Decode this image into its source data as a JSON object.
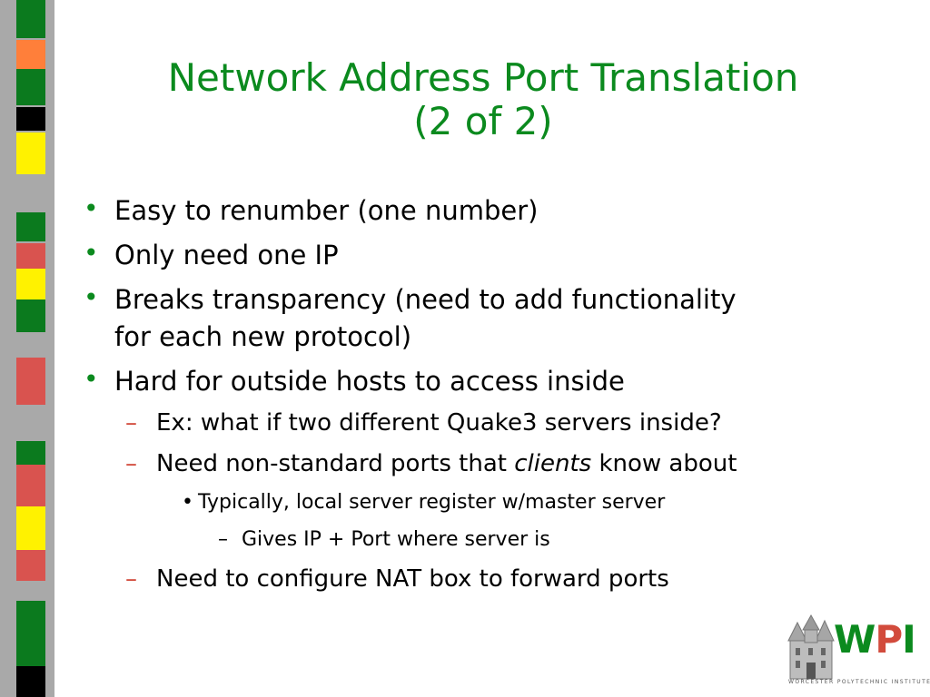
{
  "title": {
    "line1": "Network Address Port Translation",
    "line2": "(2 of 2)"
  },
  "colors": {
    "title": "#0b8a1e",
    "bullet_level1": "#0b8a1e",
    "bullet_level2": "#d24b3c",
    "stripe_green": "#0b7a1e",
    "stripe_red": "#d9534f",
    "stripe_yellow": "#fff200",
    "stripe_orange": "#ff7f3a",
    "stripe_gray": "#a9a9a9",
    "stripe_black": "#000000"
  },
  "bullets": [
    {
      "level": 1,
      "text": "Easy to renumber (one number)"
    },
    {
      "level": 1,
      "text": "Only need one IP"
    },
    {
      "level": 1,
      "line1": "Breaks transparency (need to add functionality",
      "line2": "for each new protocol)"
    },
    {
      "level": 1,
      "text": "Hard for outside hosts to access inside"
    },
    {
      "level": 2,
      "text": "Ex: what if two different Quake3 servers inside?"
    },
    {
      "level": 2,
      "before": "Need non-standard ports that ",
      "emph": "clients",
      "after": " know about"
    },
    {
      "level": 3,
      "text": "Typically, local server register w/master server"
    },
    {
      "level": 4,
      "text": "Gives IP + Port where server is"
    },
    {
      "level": 2,
      "text": "Need to configure NAT box to forward ports"
    }
  ],
  "markers": {
    "level1": "•",
    "level2": "–",
    "level3": "•",
    "level4": "–"
  },
  "logo": {
    "name": "WPI",
    "subtitle": "WORCESTER POLYTECHNIC INSTITUTE",
    "icon": "building-icon"
  }
}
